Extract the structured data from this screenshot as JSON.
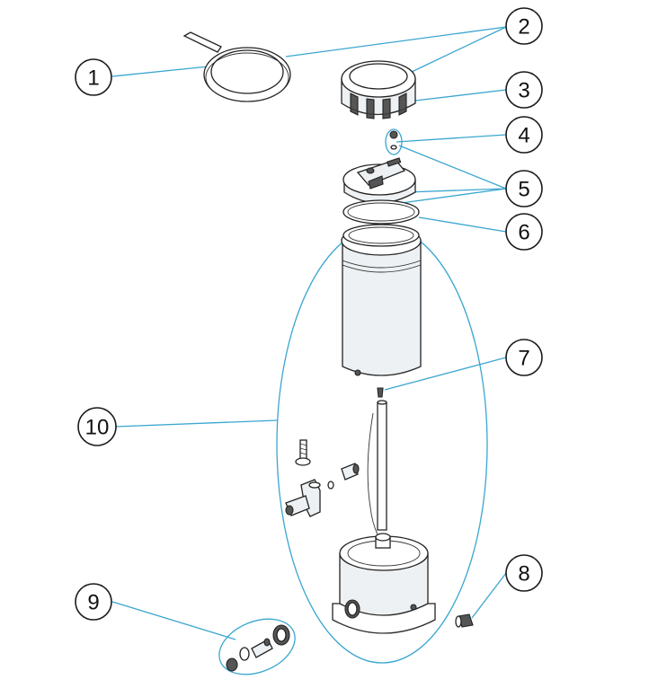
{
  "colors": {
    "leader": "#3aa6d0",
    "outline": "#222222",
    "callout_border": "#1a1a1a"
  },
  "callouts": [
    {
      "id": "c1",
      "label": "1"
    },
    {
      "id": "c2",
      "label": "2"
    },
    {
      "id": "c3",
      "label": "3"
    },
    {
      "id": "c4",
      "label": "4"
    },
    {
      "id": "c5",
      "label": "5"
    },
    {
      "id": "c6",
      "label": "6"
    },
    {
      "id": "c7",
      "label": "7"
    },
    {
      "id": "c8",
      "label": "8"
    },
    {
      "id": "c9",
      "label": "9"
    },
    {
      "id": "c10",
      "label": "10"
    }
  ]
}
